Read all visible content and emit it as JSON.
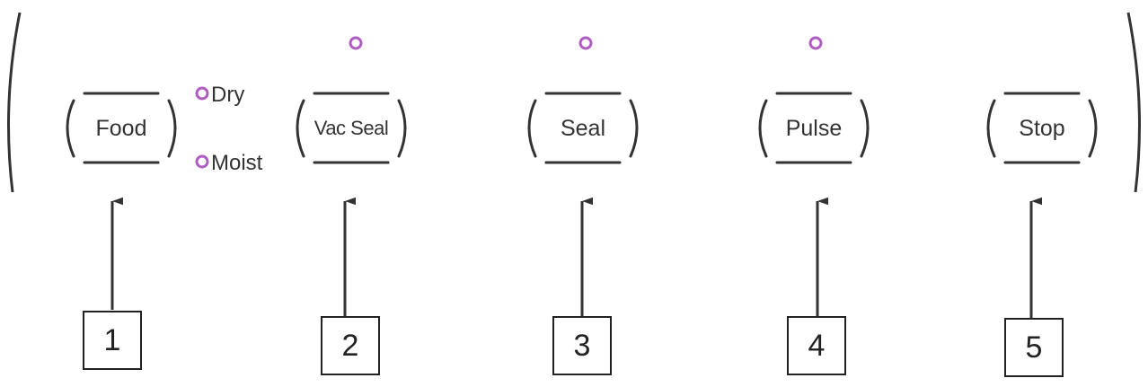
{
  "panel": {
    "buttons": [
      {
        "id": "food",
        "label": "Food"
      },
      {
        "id": "vac-seal",
        "label": "Vac Seal"
      },
      {
        "id": "seal",
        "label": "Seal"
      },
      {
        "id": "pulse",
        "label": "Pulse"
      },
      {
        "id": "stop",
        "label": "Stop"
      }
    ],
    "food_indicators": {
      "dry": "Dry",
      "moist": "Moist"
    }
  },
  "callouts": [
    "1",
    "2",
    "3",
    "4",
    "5"
  ],
  "colors": {
    "indicator": "#b05cc0",
    "line": "#333333"
  }
}
